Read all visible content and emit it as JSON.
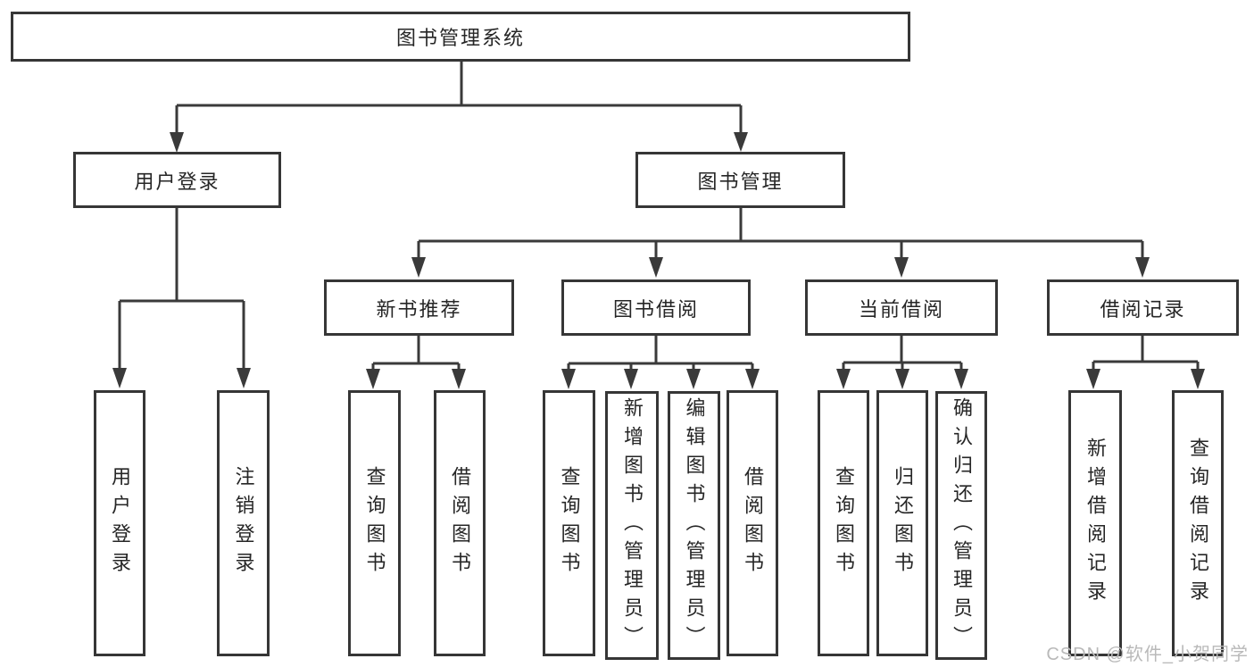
{
  "watermark": {
    "text": "CSDN @软件_小贺同学"
  },
  "tree": {
    "root": {
      "label": "图书管理系统"
    },
    "login": {
      "label": "用户登录",
      "children": [
        {
          "label": "用户登录"
        },
        {
          "label": "注销登录"
        }
      ]
    },
    "management": {
      "label": "图书管理",
      "sections": [
        {
          "label": "新书推荐",
          "children": [
            {
              "label": "查询图书"
            },
            {
              "label": "借阅图书"
            }
          ]
        },
        {
          "label": "图书借阅",
          "children": [
            {
              "label": "查询图书"
            },
            {
              "label": "新增图书（管理员）"
            },
            {
              "label": "编辑图书（管理员）"
            },
            {
              "label": "借阅图书"
            }
          ]
        },
        {
          "label": "当前借阅",
          "children": [
            {
              "label": "查询图书"
            },
            {
              "label": "归还图书"
            },
            {
              "label": "确认归还（管理员）"
            }
          ]
        },
        {
          "label": "借阅记录",
          "children": [
            {
              "label": "新增借阅记录"
            },
            {
              "label": "查询借阅记录"
            }
          ]
        }
      ]
    }
  }
}
